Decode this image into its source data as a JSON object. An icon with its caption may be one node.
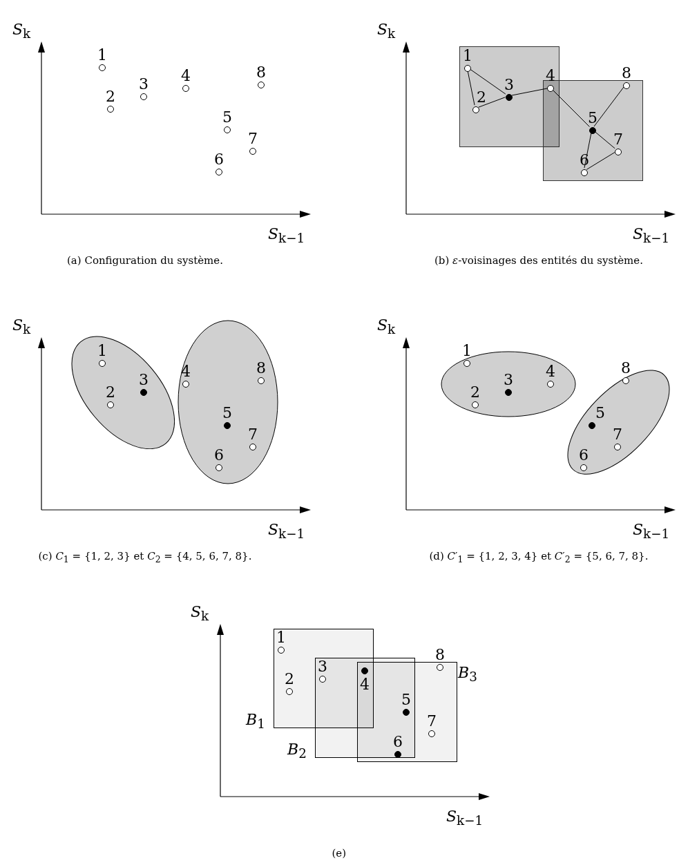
{
  "diagram": {
    "nodes": [
      {
        "text": [],
        "shape": "circle",
        "beside": [
          "1"
        ]
      },
      {
        "text": [],
        "shape": "circle",
        "beside": [
          "2"
        ]
      },
      {
        "text": [],
        "shape": "circle",
        "beside": [
          "3"
        ]
      },
      {
        "text": [],
        "shape": "circle",
        "beside": [
          "4"
        ]
      },
      {
        "text": [],
        "shape": "circle",
        "beside": [
          "5"
        ]
      },
      {
        "text": [],
        "shape": "circle",
        "beside": [
          "6"
        ]
      },
      {
        "text": [],
        "shape": "circle",
        "beside": [
          "7"
        ]
      },
      {
        "text": [],
        "shape": "circle",
        "beside": [
          "8"
        ]
      },
      {
        "text": [],
        "shape": "box"
      },
      {
        "text": [],
        "shape": "circle",
        "beside": [
          "1"
        ],
        "in": 8
      },
      {
        "text": [],
        "shape": "circle",
        "beside": [
          "2"
        ],
        "in": 8
      },
      {
        "text": [],
        "shape": "dot",
        "beside": [
          "3"
        ],
        "in": 8
      },
      {
        "text": [],
        "shape": "circle",
        "beside": [
          "4"
        ]
      },
      {
        "text": [],
        "shape": "box"
      },
      {
        "text": [],
        "shape": "dot",
        "beside": [
          "5"
        ],
        "in": 13
      },
      {
        "text": [],
        "shape": "circle",
        "beside": [
          "6"
        ],
        "in": 13
      },
      {
        "text": [],
        "shape": "circle",
        "beside": [
          "7"
        ],
        "in": 13
      },
      {
        "text": [],
        "shape": "circle",
        "beside": [
          "8"
        ],
        "in": 13
      },
      {
        "text": [],
        "shape": "ellipse"
      },
      {
        "text": [],
        "shape": "circle",
        "beside": [
          "1"
        ],
        "in": 18
      },
      {
        "text": [],
        "shape": "circle",
        "beside": [
          "2"
        ],
        "in": 18
      },
      {
        "text": [],
        "shape": "dot",
        "beside": [
          "3"
        ],
        "in": 18
      },
      {
        "text": [],
        "shape": "ellipse"
      },
      {
        "text": [],
        "shape": "circle",
        "beside": [
          "4"
        ],
        "in": 22
      },
      {
        "text": [],
        "shape": "dot",
        "beside": [
          "5"
        ],
        "in": 22
      },
      {
        "text": [],
        "shape": "circle",
        "beside": [
          "6"
        ],
        "in": 22
      },
      {
        "text": [],
        "shape": "circle",
        "beside": [
          "7"
        ],
        "in": 22
      },
      {
        "text": [],
        "shape": "circle",
        "beside": [
          "8"
        ],
        "in": 22
      },
      {
        "text": [],
        "shape": "ellipse"
      },
      {
        "text": [],
        "shape": "circle",
        "beside": [
          "1"
        ],
        "in": 28
      },
      {
        "text": [],
        "shape": "circle",
        "beside": [
          "2"
        ],
        "in": 28
      },
      {
        "text": [],
        "shape": "dot",
        "beside": [
          "3"
        ],
        "in": 28
      },
      {
        "text": [],
        "shape": "circle",
        "beside": [
          "4"
        ],
        "in": 28
      },
      {
        "text": [],
        "shape": "ellipse"
      },
      {
        "text": [],
        "shape": "dot",
        "beside": [
          "5"
        ],
        "in": 33
      },
      {
        "text": [],
        "shape": "circle",
        "beside": [
          "6"
        ],
        "in": 33
      },
      {
        "text": [],
        "shape": "circle",
        "beside": [
          "7"
        ],
        "in": 33
      },
      {
        "text": [],
        "shape": "circle",
        "beside": [
          "8"
        ],
        "in": 33
      },
      {
        "text": [
          "*B*$_{1}$"
        ]
      },
      {
        "text": [],
        "shape": "circle",
        "beside": [
          "1"
        ],
        "in": 38
      },
      {
        "text": [],
        "shape": "circle",
        "beside": [
          "2"
        ],
        "in": 38
      },
      {
        "text": [
          "*B*$_{2}$"
        ]
      },
      {
        "text": [
          "*B*$_{3}$"
        ]
      },
      {
        "text": [],
        "shape": "circle",
        "beside": [
          "3"
        ]
      },
      {
        "text": [],
        "shape": "dot",
        "beside": [
          "4"
        ]
      },
      {
        "text": [],
        "shape": "dot",
        "beside": [
          "5"
        ]
      },
      {
        "text": [],
        "shape": "dot",
        "beside": [
          "6"
        ]
      },
      {
        "text": [],
        "shape": "circle",
        "beside": [
          "7"
        ],
        "in": 42
      },
      {
        "text": [],
        "shape": "circle",
        "beside": [
          "8"
        ],
        "in": 42
      }
    ],
    "edges": [
      {
        "from": 9,
        "to": 11,
        "arrow": "none"
      },
      {
        "from": 9,
        "to": 10,
        "arrow": "none"
      },
      {
        "from": 10,
        "to": 11,
        "arrow": "none"
      },
      {
        "from": 11,
        "to": 12,
        "arrow": "none"
      },
      {
        "from": 12,
        "to": 14,
        "arrow": "none"
      },
      {
        "from": 14,
        "to": 17,
        "arrow": "none"
      },
      {
        "from": 14,
        "to": 16,
        "arrow": "none"
      },
      {
        "from": 14,
        "to": 15,
        "arrow": "none"
      },
      {
        "from": 15,
        "to": 16,
        "arrow": "none"
      }
    ],
    "labels": [
      "*S*$_{k}$",
      "*S*$_{k}$",
      "*S*$_{k−1}$",
      "*S*$_{k−1}$",
      "(a) Configuration du système.",
      "(b) *ε*-voisinages des entités du système.",
      "*S*$_{k}$",
      "*S*$_{k}$",
      "*S*$_{k−1}$",
      "*S*$_{k−1}$",
      "(c) *C*$_{1}$ = {1, 2, 3} et *C*$_{2}$ = {4, 5, 6, 7, 8}.",
      "(d) *C*′$_{1}$ = {1, 2, 3, 4} et *C*′$_{2}$ = {5, 6, 7, 8}.",
      "*S*$_{k}$",
      "*S*$_{k−1}$",
      "(e)"
    ]
  }
}
